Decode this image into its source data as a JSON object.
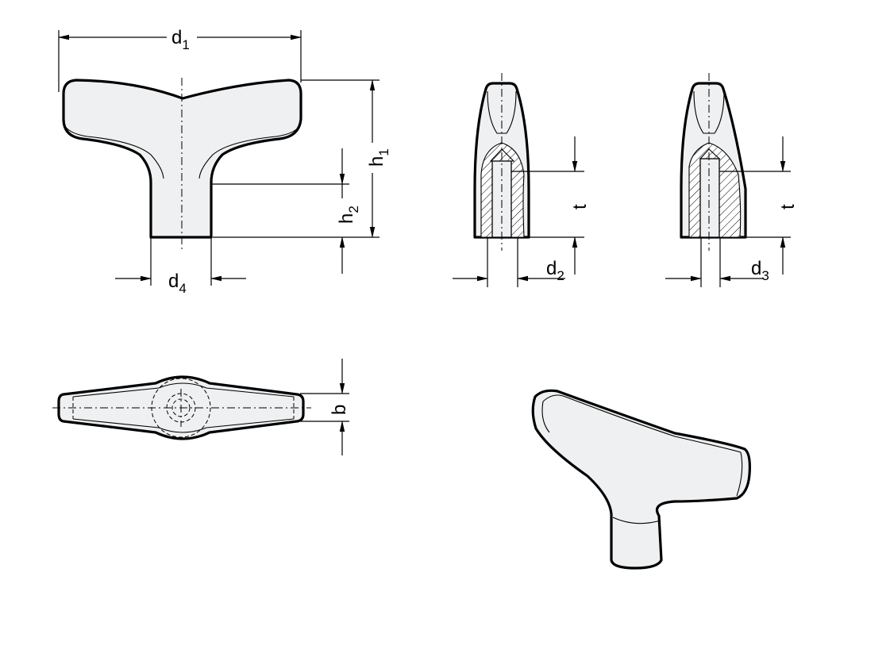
{
  "labels": {
    "d1": {
      "main": "d",
      "sub": "1"
    },
    "h1": {
      "main": "h",
      "sub": "1"
    },
    "h2": {
      "main": "h",
      "sub": "2"
    },
    "d4": {
      "main": "d",
      "sub": "4"
    },
    "t_a": {
      "main": "t"
    },
    "d2": {
      "main": "d",
      "sub": "2"
    },
    "t_b": {
      "main": "t"
    },
    "d3": {
      "main": "d",
      "sub": "3"
    },
    "b": {
      "main": "b"
    }
  },
  "colors": {
    "part_fill": "#eef0f1",
    "line": "#000000",
    "background": "#ffffff"
  }
}
